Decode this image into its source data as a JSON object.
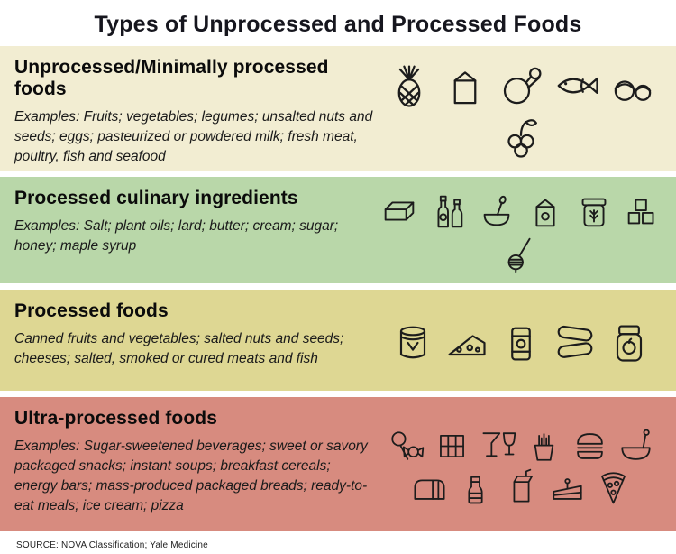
{
  "title": "Types of Unprocessed and Processed Foods",
  "source": "SOURCE: NOVA Classification; Yale Medicine",
  "sections": [
    {
      "id": "unprocessed",
      "heading": "Unprocessed/Minimally processed foods",
      "description": "Examples: Fruits; vegetables; legumes; unsalted nuts and seeds; eggs; pasteurized or powdered milk; fresh meat, poultry, fish and seafood",
      "color": "#f2edd2",
      "icons": [
        "pineapple-icon",
        "milk-carton-icon",
        "ham-icon",
        "fish-icon",
        "hazelnuts-icon",
        "berries-icon"
      ]
    },
    {
      "id": "culinary-ingredients",
      "heading": "Processed culinary ingredients",
      "description": "Examples: Salt; plant oils; lard; butter; cream; sugar; honey; maple syrup",
      "color": "#b9d7a9",
      "icons": [
        "butter-icon",
        "oil-bottles-icon",
        "salt-pot-icon",
        "cream-carton-icon",
        "lard-jar-icon",
        "sugar-cubes-icon",
        "honey-dipper-icon"
      ]
    },
    {
      "id": "processed",
      "heading": "Processed foods",
      "description": "Canned fruits and vegetables; salted nuts and seeds; cheeses; salted, smoked or cured meats and fish",
      "color": "#ded793",
      "icons": [
        "canned-food-icon",
        "cheese-icon",
        "tall-can-icon",
        "sausages-icon",
        "jam-jar-icon"
      ]
    },
    {
      "id": "ultra-processed",
      "heading": "Ultra-processed foods",
      "description": "Examples: Sugar-sweetened beverages; sweet or savory packaged snacks; instant soups; breakfast cereals; energy bars; mass-produced packaged breads; ready-to-eat meals; ice cream; pizza",
      "color": "#d78b7f",
      "icons": [
        "candy-icon",
        "chocolate-bar-icon",
        "cocktail-icon",
        "fries-icon",
        "burger-icon",
        "cereal-bowl-icon",
        "bread-icon",
        "soda-bottle-icon",
        "juice-box-icon",
        "cake-icon",
        "pizza-icon"
      ]
    }
  ]
}
